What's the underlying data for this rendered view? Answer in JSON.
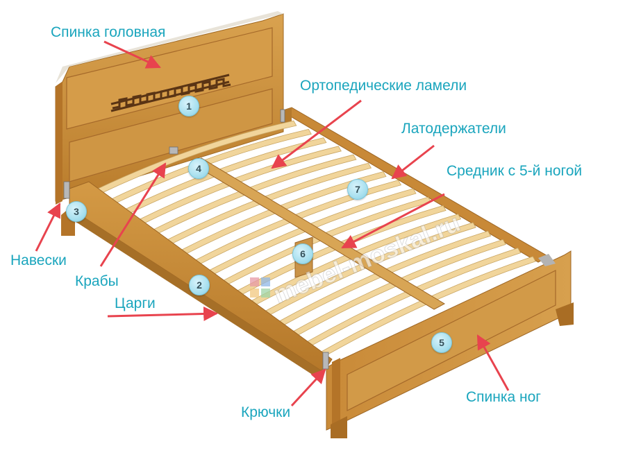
{
  "labels": {
    "headboard": "Спинка головная",
    "slats": "Ортопедические ламели",
    "slat_holders": "Латодержатели",
    "center_beam": "Средник с 5-й ногой",
    "hangers": "Навески",
    "crabs": "Крабы",
    "side_rails": "Царги",
    "hooks": "Крючки",
    "footboard": "Спинка ног"
  },
  "markers": {
    "m1": "1",
    "m2": "2",
    "m3": "3",
    "m4": "4",
    "m5": "5",
    "m6": "6",
    "m7": "7"
  },
  "watermark": "mebel-moskal.ru",
  "colors": {
    "label": "#1aa5bd",
    "arrow": "#e8434e",
    "wood": "#c98e3c",
    "wood_dark": "#a66f27",
    "slat": "#f1d59b",
    "marker": "#a9e0ef"
  }
}
